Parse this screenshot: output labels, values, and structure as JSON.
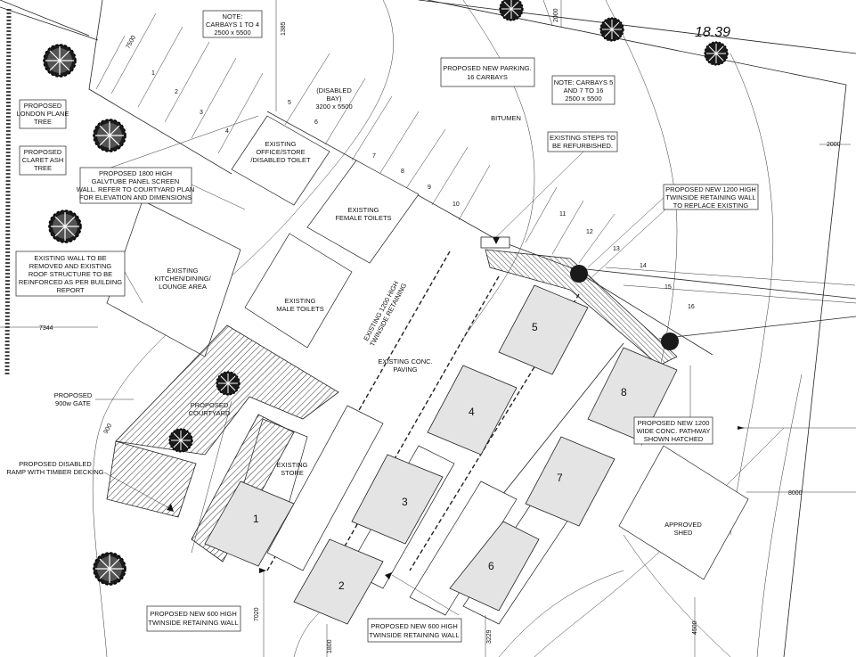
{
  "notes": {
    "carbays_1_4": [
      "NOTE:",
      "CARBAYS 1 TO 4",
      "2500 x 5500"
    ],
    "carbays_5_16": [
      "NOTE: CARBAYS 5",
      "AND 7 TO 16",
      "2500 x 5500"
    ]
  },
  "labels": {
    "new_parking": [
      "PROPOSED NEW PARKING.",
      "16 CARBAYS"
    ],
    "bitumen": "BITUMEN",
    "disabled_bay": [
      "(DISABLED",
      "BAY)",
      "3200 x 5500"
    ],
    "office": [
      "EXISTING",
      "OFFICE/STORE",
      "/DISABLED TOILET"
    ],
    "female_toilets": [
      "EXISTING",
      "FEMALE TOILETS"
    ],
    "kitchen": [
      "EXISTING",
      "KITCHEN/DINING/",
      "LOUNGE AREA"
    ],
    "male_toilets": [
      "EXISTING",
      "MALE TOILETS"
    ],
    "retaining_1200": [
      "EXISTING 1200 HIGH",
      "TWINSIDE RETAINING"
    ],
    "conc_paving": [
      "EXISTING CONC.",
      "PAVING"
    ],
    "courtyard": [
      "PROPOSED",
      "COURTYARD"
    ],
    "store": [
      "EXISTING",
      "STORE"
    ],
    "shed": [
      "APPROVED",
      "SHED"
    ],
    "gate": [
      "PROPOSED",
      "900w GATE"
    ],
    "ramp": [
      "PROPOSED DISABLED",
      "RAMP WITH TIMBER DECKING"
    ],
    "london_plane": [
      "PROPOSED",
      "LONDON PLANE",
      "TREE"
    ],
    "claret_ash": [
      "PROPOSED",
      "CLARET ASH",
      "TREE"
    ],
    "screen_wall": [
      "PROPOSED 1800 HIGH",
      "GALVTUBE PANEL SCREEN",
      "WALL. REFER TO COURTYARD PLAN",
      "FOR ELEVATION AND DIMENSIONS"
    ],
    "existing_wall": [
      "EXISTING WALL TO BE",
      "REMOVED AND EXISTING",
      "ROOF STRUCTURE TO BE",
      "REINFORCED AS PER BUILDING",
      "REPORT"
    ],
    "steps": [
      "EXISTING STEPS TO",
      "BE REFURBISHED."
    ],
    "new_retaining_1200": [
      "PROPOSED NEW 1200 HIGH",
      "TWINSIDE RETAINING WALL",
      "TO REPLACE EXISTING"
    ],
    "pathway": [
      "PROPOSED NEW 1200",
      "WIDE CONC. PATHWAY",
      "SHOWN HATCHED"
    ],
    "retaining_600_left": [
      "PROPOSED NEW 600 HIGH",
      "TWINSIDE RETAINING WALL"
    ],
    "retaining_600_right": [
      "PROPOSED NEW 600 HIGH",
      "TWINSIDE RETAINING WALL"
    ]
  },
  "dimensions": {
    "d7500": "7500",
    "d1385": "1385",
    "d2000_top": "2000",
    "d2000_right": "2000",
    "d7344": "7344",
    "d8000": "8000",
    "d7020": "7020",
    "d1800": "1800",
    "d3229": "3229",
    "d4500": "4500",
    "d900": "900"
  },
  "level": "18.39",
  "bay_numbers": [
    "1",
    "2",
    "3",
    "4",
    "5",
    "6",
    "7",
    "8",
    "9",
    "10",
    "11",
    "12",
    "13",
    "14",
    "15",
    "16"
  ],
  "pods": [
    "1",
    "2",
    "3",
    "4",
    "5",
    "6",
    "7",
    "8"
  ]
}
